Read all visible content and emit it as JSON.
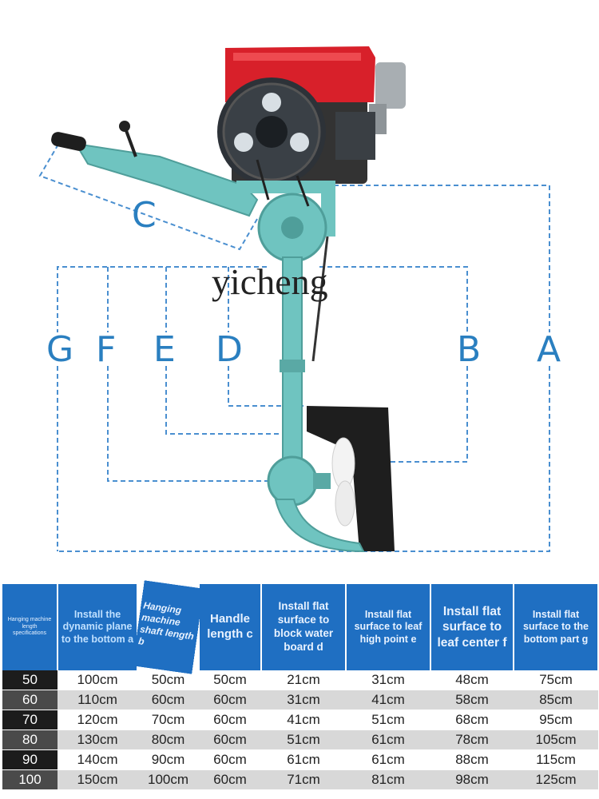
{
  "diagram": {
    "labels": [
      "C",
      "G",
      "F",
      "E",
      "D",
      "B",
      "A"
    ],
    "watermark": "yicheng",
    "colors": {
      "dashed": "#4a8fd0",
      "letter": "#2a7fc0",
      "frame": "#6fc4c0",
      "engine": "#d8202a",
      "blade": "#222222"
    }
  },
  "table": {
    "headers": [
      "Hanging machine length specifications",
      "Install the dynamic plane to the bottom a",
      "Hanging machine shaft length b",
      "Handle length c",
      "Install flat surface to block water board d",
      "Install flat surface to leaf high point e",
      "Install flat surface to leaf center f",
      "Install flat surface to the bottom part g"
    ],
    "rows": [
      [
        "50",
        "100cm",
        "50cm",
        "50cm",
        "21cm",
        "31cm",
        "48cm",
        "75cm"
      ],
      [
        "60",
        "110cm",
        "60cm",
        "60cm",
        "31cm",
        "41cm",
        "58cm",
        "85cm"
      ],
      [
        "70",
        "120cm",
        "70cm",
        "60cm",
        "41cm",
        "51cm",
        "68cm",
        "95cm"
      ],
      [
        "80",
        "130cm",
        "80cm",
        "60cm",
        "51cm",
        "61cm",
        "78cm",
        "105cm"
      ],
      [
        "90",
        "140cm",
        "90cm",
        "60cm",
        "61cm",
        "61cm",
        "88cm",
        "115cm"
      ],
      [
        "100",
        "150cm",
        "100cm",
        "60cm",
        "71cm",
        "81cm",
        "98cm",
        "125cm"
      ]
    ],
    "colors": {
      "header_bg": "#1f6fc2",
      "spec_bg": "#1c1c1c",
      "row_alt": "#d8d8d8"
    }
  }
}
